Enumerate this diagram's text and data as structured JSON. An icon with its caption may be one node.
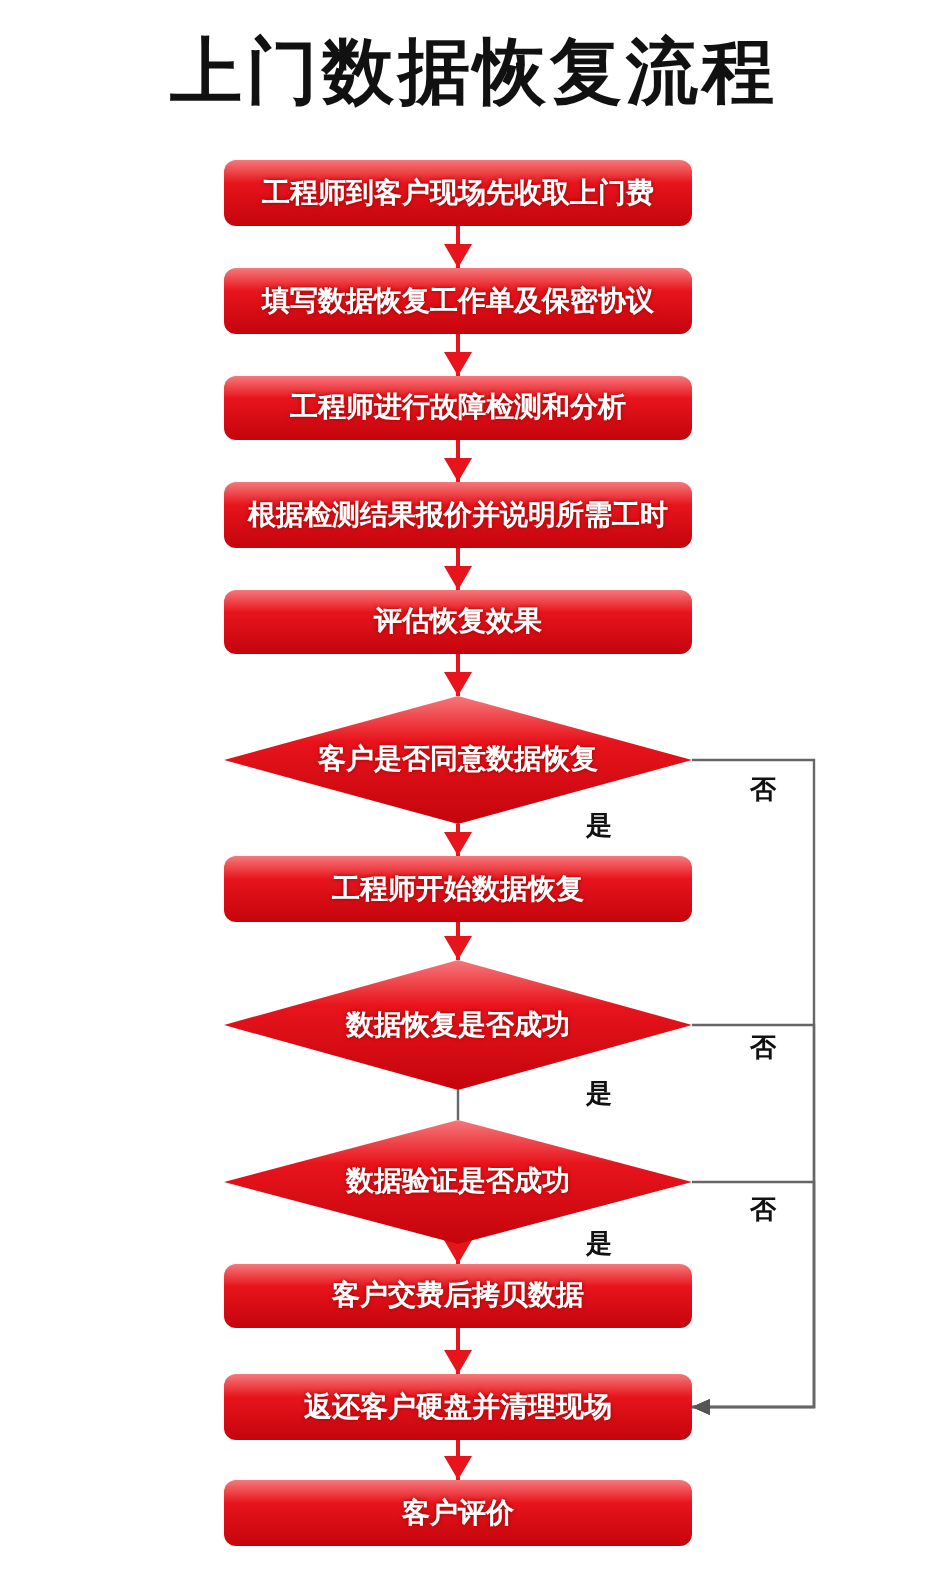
{
  "diagram": {
    "title": "上门数据恢复流程",
    "nodes": [
      {
        "text": [
          "工程师到客户现场先收取上门费"
        ]
      },
      {
        "text": [
          "填写数据恢复工作单及保密协议"
        ]
      },
      {
        "text": [
          "工程师进行故障检测和分析"
        ]
      },
      {
        "text": [
          "根据检测结果报价并说明所需工时"
        ]
      },
      {
        "text": [
          "评估恢复效果"
        ]
      },
      {
        "text": [
          "客户是否同意数据恢复"
        ]
      },
      {
        "text": [
          "工程师开始数据恢复"
        ]
      },
      {
        "text": [
          "数据恢复是否成功"
        ]
      },
      {
        "text": [
          "数据验证是否成功"
        ]
      },
      {
        "text": [
          "客户交费后拷贝数据"
        ]
      },
      {
        "text": [
          "返还客户硬盘并清理现场"
        ]
      },
      {
        "text": [
          "客户评价"
        ]
      }
    ],
    "edges": [
      {
        "from": 0,
        "to": 1,
        "arrow": "to"
      },
      {
        "from": 1,
        "to": 2,
        "arrow": "to"
      },
      {
        "from": 2,
        "to": 3,
        "arrow": "to"
      },
      {
        "from": 3,
        "to": 4,
        "arrow": "to"
      },
      {
        "from": 4,
        "to": 5,
        "arrow": "to"
      },
      {
        "from": 5,
        "to": 6,
        "arrow": "to",
        "label": "是"
      },
      {
        "from": 6,
        "to": 7,
        "arrow": "to"
      },
      {
        "from": 7,
        "to": 8,
        "arrow": "none",
        "label": "是",
        "color": "#666666"
      },
      {
        "from": 8,
        "to": 9,
        "arrow": "to",
        "label": "是"
      },
      {
        "from": 9,
        "to": 10,
        "arrow": "to"
      },
      {
        "from": 10,
        "to": 11,
        "arrow": "to"
      },
      {
        "from": 5,
        "to": 10,
        "arrow": "to",
        "label": "否",
        "color": "#666666"
      },
      {
        "from": 7,
        "to": 10,
        "arrow": "to",
        "label": "否",
        "color": "#666666"
      },
      {
        "from": 8,
        "to": 10,
        "arrow": "to",
        "label": "否",
        "color": "#666666"
      }
    ]
  }
}
